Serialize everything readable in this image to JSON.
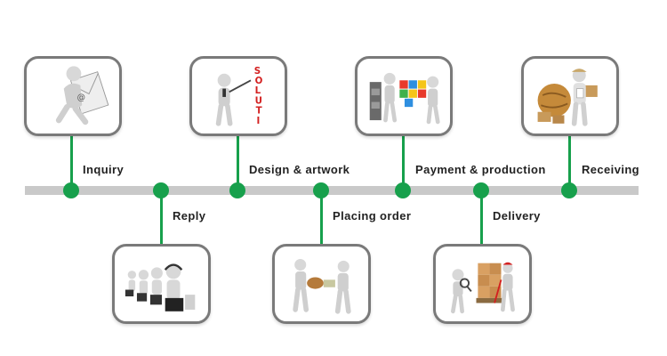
{
  "steps": {
    "inquiry": {
      "label": "Inquiry"
    },
    "reply": {
      "label": "Reply"
    },
    "design": {
      "label": "Design & artwork"
    },
    "placing": {
      "label": "Placing order"
    },
    "payment": {
      "label": "Payment & production"
    },
    "delivery": {
      "label": "Delivery"
    },
    "receiving": {
      "label": "Receiving"
    }
  },
  "colors": {
    "accent": "#17a04c",
    "line": "#c9c9c9",
    "border": "#7a7a7a"
  },
  "icons": [
    "envelope-figure-icon",
    "call-center-icon",
    "presentation-figure-icon",
    "handshake-figure-icon",
    "puzzle-payment-icon",
    "pallet-delivery-icon",
    "courier-globe-icon"
  ]
}
